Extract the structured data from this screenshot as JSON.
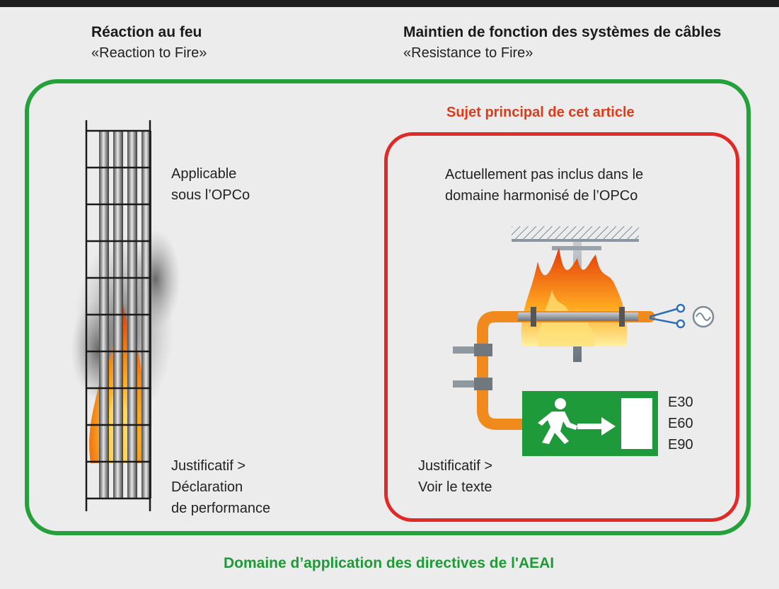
{
  "left": {
    "heading": "Réaction au feu",
    "subheading": "«Reaction to Fire»",
    "applicable": [
      "Applicable",
      "sous l’OPCo"
    ],
    "justificatif": [
      "Justificatif >",
      "Déclaration",
      "de performance"
    ]
  },
  "right": {
    "heading": "Maintien de fonction des systèmes de câbles",
    "subheading": "«Resistance to Fire»",
    "focus_title": "Sujet principal de cet article",
    "status": [
      "Actuellement pas inclus dans le",
      "domaine harmonisé de l’OPCo"
    ],
    "justificatif": [
      "Justificatif >",
      "Voir le texte"
    ],
    "classes": [
      "E30",
      "E60",
      "E90"
    ]
  },
  "footer": {
    "domain": "Domaine d’application des directives de l'AEAI"
  },
  "colors": {
    "green": "#24a13b",
    "red": "#e02a28",
    "orange": "#f08a1c",
    "exit_sign": "#1f9a3a"
  },
  "icons": [
    "cable-ladder-icon",
    "fire-icon",
    "smoke-icon",
    "ceiling-hatch-icon",
    "ac-source-icon",
    "exit-sign-icon",
    "running-man-icon",
    "arrow-right-icon",
    "cable-clamp-icon"
  ]
}
